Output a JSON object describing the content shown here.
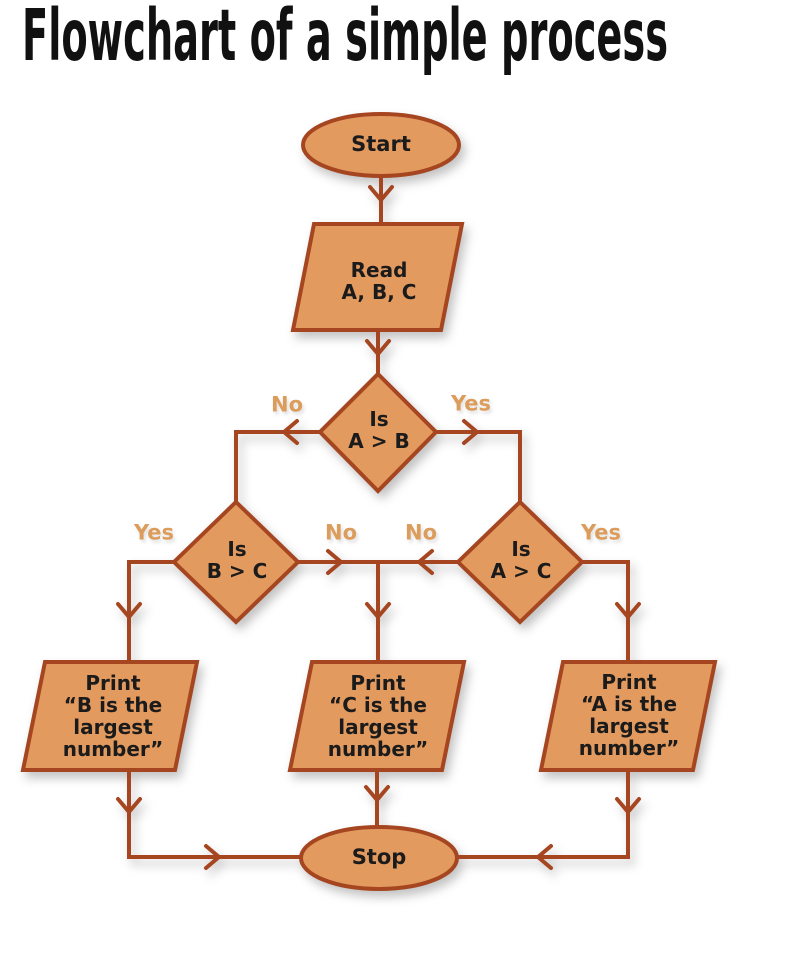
{
  "title": "Flowchart of a simple process",
  "colors": {
    "shape-fill": "#E39A5F",
    "shape-stroke": "#A64621",
    "line": "#A64621",
    "text": "#1B1B1B",
    "branch-label": "#DC9C5C",
    "background": "#FFFFFF"
  },
  "nodes": {
    "start": {
      "type": "terminator",
      "label": "Start"
    },
    "read": {
      "type": "input",
      "label": "Read\nA, B, C"
    },
    "decision_ab": {
      "type": "decision",
      "label": "Is\nA > B"
    },
    "decision_bc": {
      "type": "decision",
      "label": "Is\nB > C"
    },
    "decision_ac": {
      "type": "decision",
      "label": "Is\nA > C"
    },
    "print_b": {
      "type": "output",
      "label": "Print\n“B is the\nlargest\nnumber”"
    },
    "print_c": {
      "type": "output",
      "label": "Print\n“C is the\nlargest\nnumber”"
    },
    "print_a": {
      "type": "output",
      "label": "Print\n“A is the\nlargest\nnumber”"
    },
    "stop": {
      "type": "terminator",
      "label": "Stop"
    }
  },
  "branch_labels": {
    "ab_no": "No",
    "ab_yes": "Yes",
    "bc_yes": "Yes",
    "bc_no": "No",
    "ac_no": "No",
    "ac_yes": "Yes"
  }
}
